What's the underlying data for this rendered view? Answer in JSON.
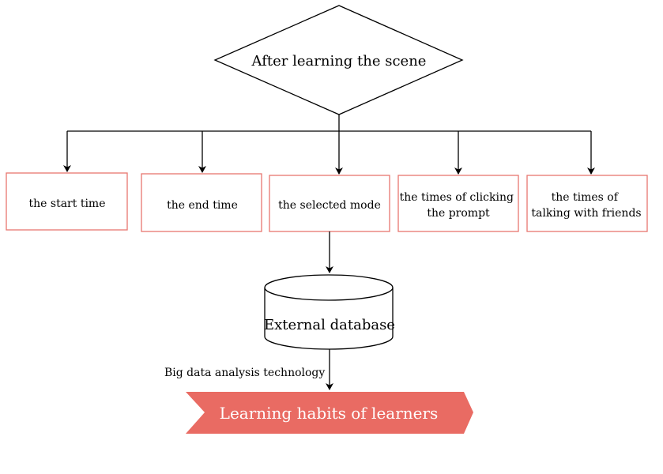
{
  "diagram": {
    "decision": "After learning the scene",
    "attributes": [
      {
        "lines": [
          "the start time"
        ]
      },
      {
        "lines": [
          "the end time"
        ]
      },
      {
        "lines": [
          "the selected mode"
        ]
      },
      {
        "lines": [
          "the times of clicking",
          "the prompt"
        ]
      },
      {
        "lines": [
          "the times of",
          "talking with friends"
        ]
      }
    ],
    "storage": "External database",
    "edge_label": "Big data analysis technology",
    "result": "Learning habits of learners",
    "colors": {
      "box_border": "#e8766f",
      "banner_fill": "#e96b63",
      "line": "#000000"
    }
  }
}
